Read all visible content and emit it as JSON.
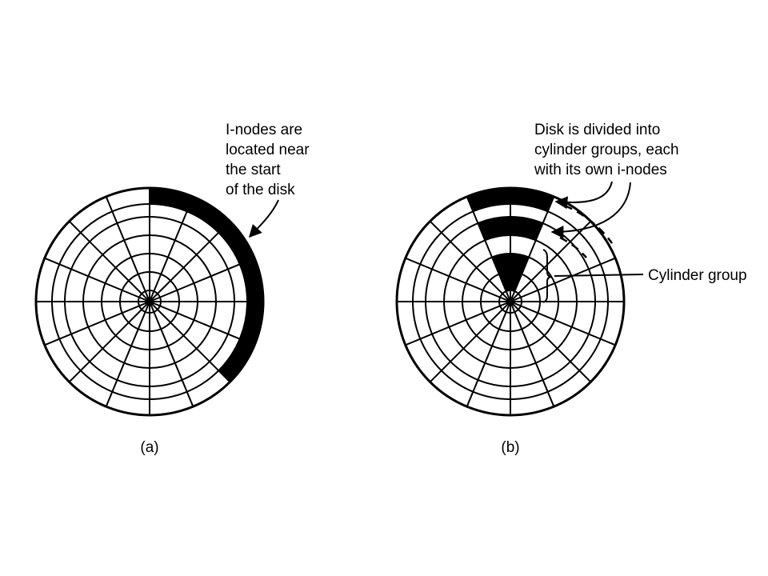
{
  "diagram_a": {
    "caption": "(a)",
    "note_lines": [
      "I-nodes are",
      "located near",
      "the start",
      "of the disk"
    ]
  },
  "diagram_b": {
    "caption": "(b)",
    "note_lines": [
      "Disk is divided into",
      "cylinder groups, each",
      "with its own i-nodes"
    ],
    "group_label": "Cylinder group"
  },
  "colors": {
    "ink": "#000000",
    "background": "#ffffff"
  }
}
